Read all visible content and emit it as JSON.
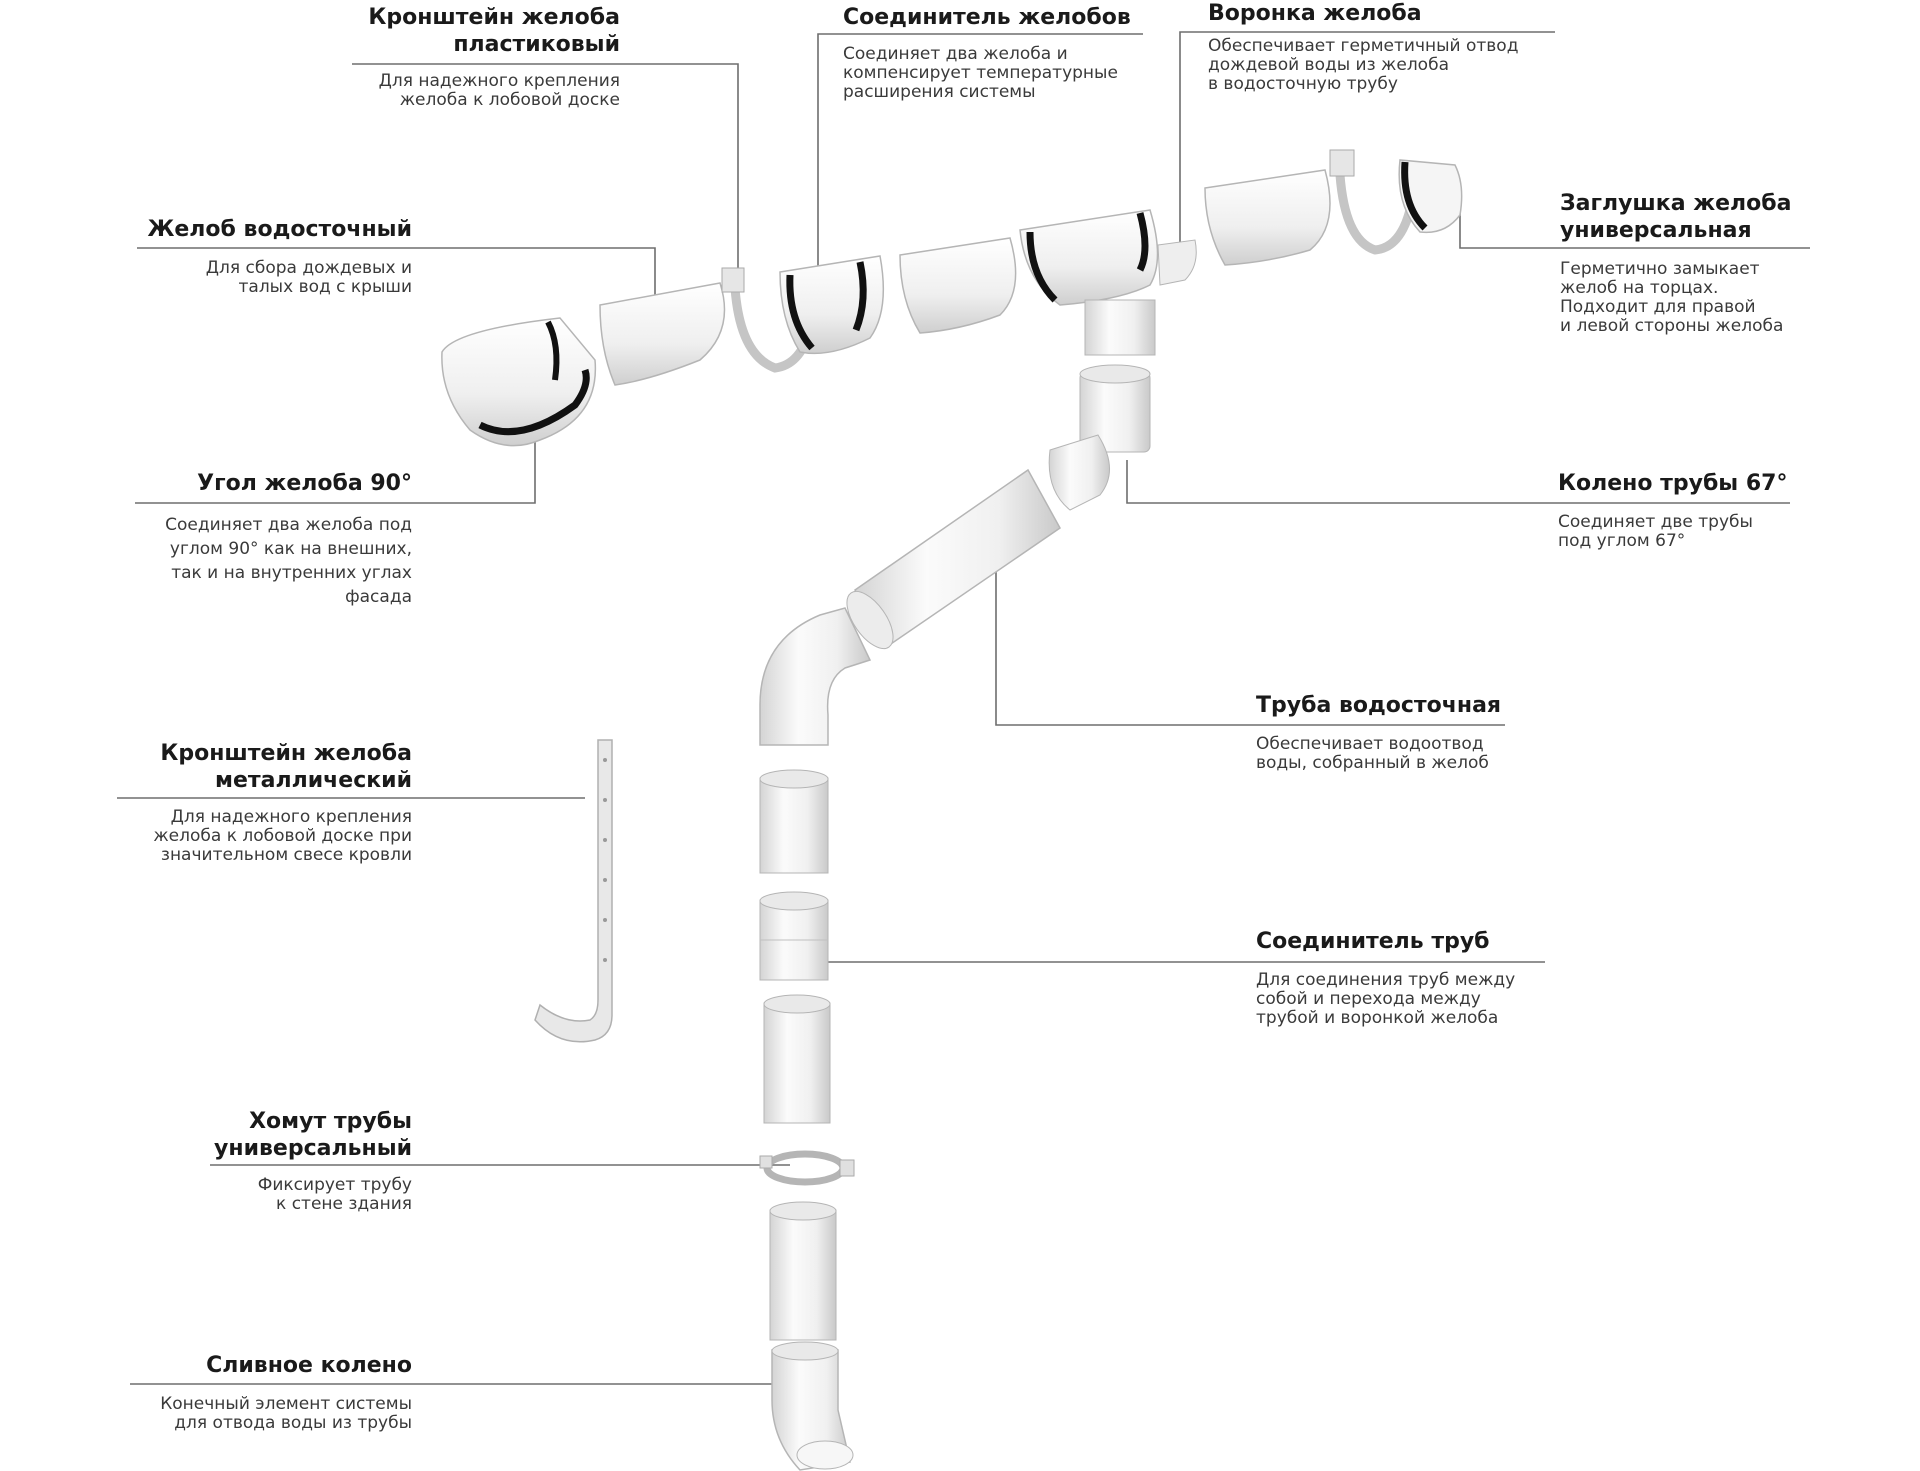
{
  "callouts": {
    "bracket_plastic": {
      "title": "Кронштейн желоба\nпластиковый",
      "desc": "Для надежного крепления\nжелоба к лобовой доске"
    },
    "gutter_connector": {
      "title": "Соединитель желобов",
      "desc": "Соединяет два желоба и\nкомпенсирует температурные\nрасширения системы"
    },
    "funnel": {
      "title": "Воронка желоба",
      "desc": "Обеспечивает герметичный отвод\nдождевой воды из желоба\nв водосточную трубу"
    },
    "gutter": {
      "title": "Желоб водосточный",
      "desc": "Для сбора дождевых и\nталых вод с крыши"
    },
    "end_cap": {
      "title": "Заглушка желоба\nуниверсальная",
      "desc": "Герметично замыкает\nжелоб на торцах.\nПодходит для правой\nи левой стороны желоба"
    },
    "corner_90": {
      "title": "Угол желоба 90°",
      "desc": "Соединяет два желоба под\nуглом 90° как на внешних,\nтак и на внутренних углах\nфасада"
    },
    "elbow_67": {
      "title": "Колено трубы 67°",
      "desc": "Соединяет две трубы\nпод углом 67°"
    },
    "downpipe": {
      "title": "Труба водосточная",
      "desc": "Обеспечивает водоотвод\nводы, собранный в желоб"
    },
    "bracket_metal": {
      "title": "Кронштейн желоба\nметаллический",
      "desc": "Для надежного крепления\nжелоба к лобовой доске при\nзначительном свесе кровли"
    },
    "pipe_connector": {
      "title": "Соединитель труб",
      "desc": "Для соединения труб между\nсобой и перехода между\nтрубой и воронкой желоба"
    },
    "pipe_clamp": {
      "title": "Хомут трубы\nуниверсальный",
      "desc": "Фиксирует трубу\nк стене здания"
    },
    "outlet_elbow": {
      "title": "Сливное колено",
      "desc": "Конечный элемент системы\nдля отвода воды из трубы"
    }
  },
  "colors": {
    "part_fill": "#f2f2f2",
    "part_shade": "#d9d9d9",
    "part_stroke": "#b5b5b5",
    "seal": "#111111",
    "leader": "#6e6e6e"
  }
}
